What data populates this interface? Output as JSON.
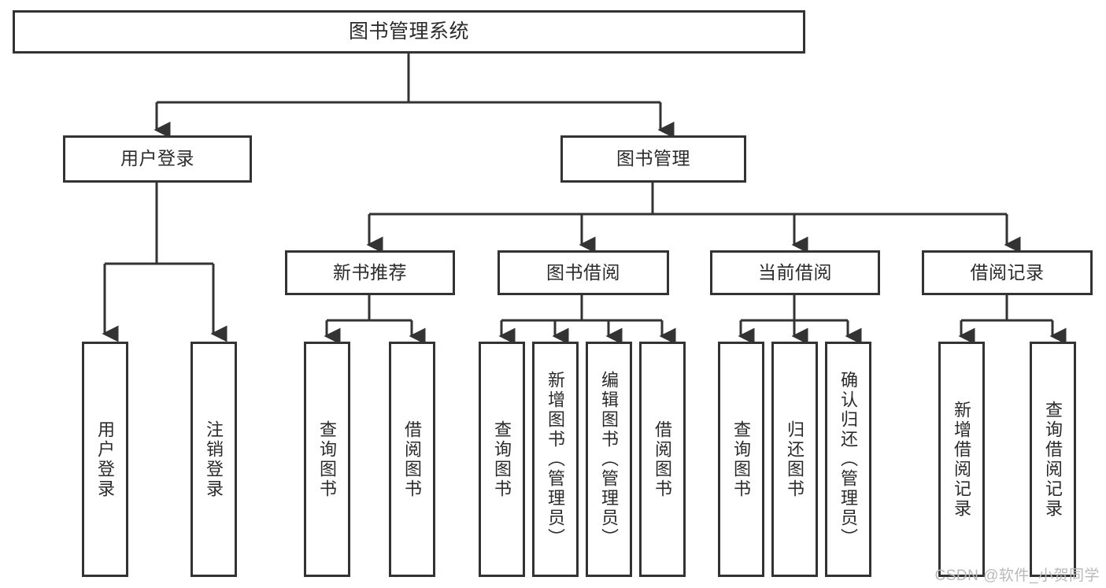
{
  "diagram": {
    "title": "图书管理系统",
    "type": "tree-hierarchy",
    "root": {
      "id": "root",
      "label": "图书管理系统"
    },
    "level2": [
      {
        "id": "user-login",
        "label": "用户登录"
      },
      {
        "id": "book-management",
        "label": "图书管理"
      }
    ],
    "level3": [
      {
        "id": "new-book-recommend",
        "label": "新书推荐",
        "parent": "book-management"
      },
      {
        "id": "book-borrow",
        "label": "图书借阅",
        "parent": "book-management"
      },
      {
        "id": "current-borrow",
        "label": "当前借阅",
        "parent": "book-management"
      },
      {
        "id": "borrow-record",
        "label": "借阅记录",
        "parent": "book-management"
      }
    ],
    "leaves": {
      "user_login": [
        {
          "id": "leaf-user-login",
          "label": "用户登录"
        },
        {
          "id": "leaf-logout-login",
          "label": "注销登录"
        }
      ],
      "new_book_recommend": [
        {
          "id": "leaf-query-book-1",
          "label": "查询图书"
        },
        {
          "id": "leaf-borrow-book-1",
          "label": "借阅图书"
        }
      ],
      "book_borrow": [
        {
          "id": "leaf-query-book-2",
          "label": "查询图书"
        },
        {
          "id": "leaf-add-book",
          "label": "新增图书（管理员）"
        },
        {
          "id": "leaf-edit-book",
          "label": "编辑图书（管理员）"
        },
        {
          "id": "leaf-borrow-book-2",
          "label": "借阅图书"
        }
      ],
      "current_borrow": [
        {
          "id": "leaf-query-book-3",
          "label": "查询图书"
        },
        {
          "id": "leaf-return-book",
          "label": "归还图书"
        },
        {
          "id": "leaf-confirm-return",
          "label": "确认归还（管理员）"
        }
      ],
      "borrow_record": [
        {
          "id": "leaf-add-borrow-record",
          "label": "新增借阅记录"
        },
        {
          "id": "leaf-query-borrow-record",
          "label": "查询借阅记录"
        }
      ]
    }
  },
  "watermark": {
    "text": "CSDN @软件_小贺同学"
  },
  "colors": {
    "border": "#333333",
    "text": "#2b2b2b",
    "background": "#ffffff",
    "watermark": "#b9b9b9"
  }
}
